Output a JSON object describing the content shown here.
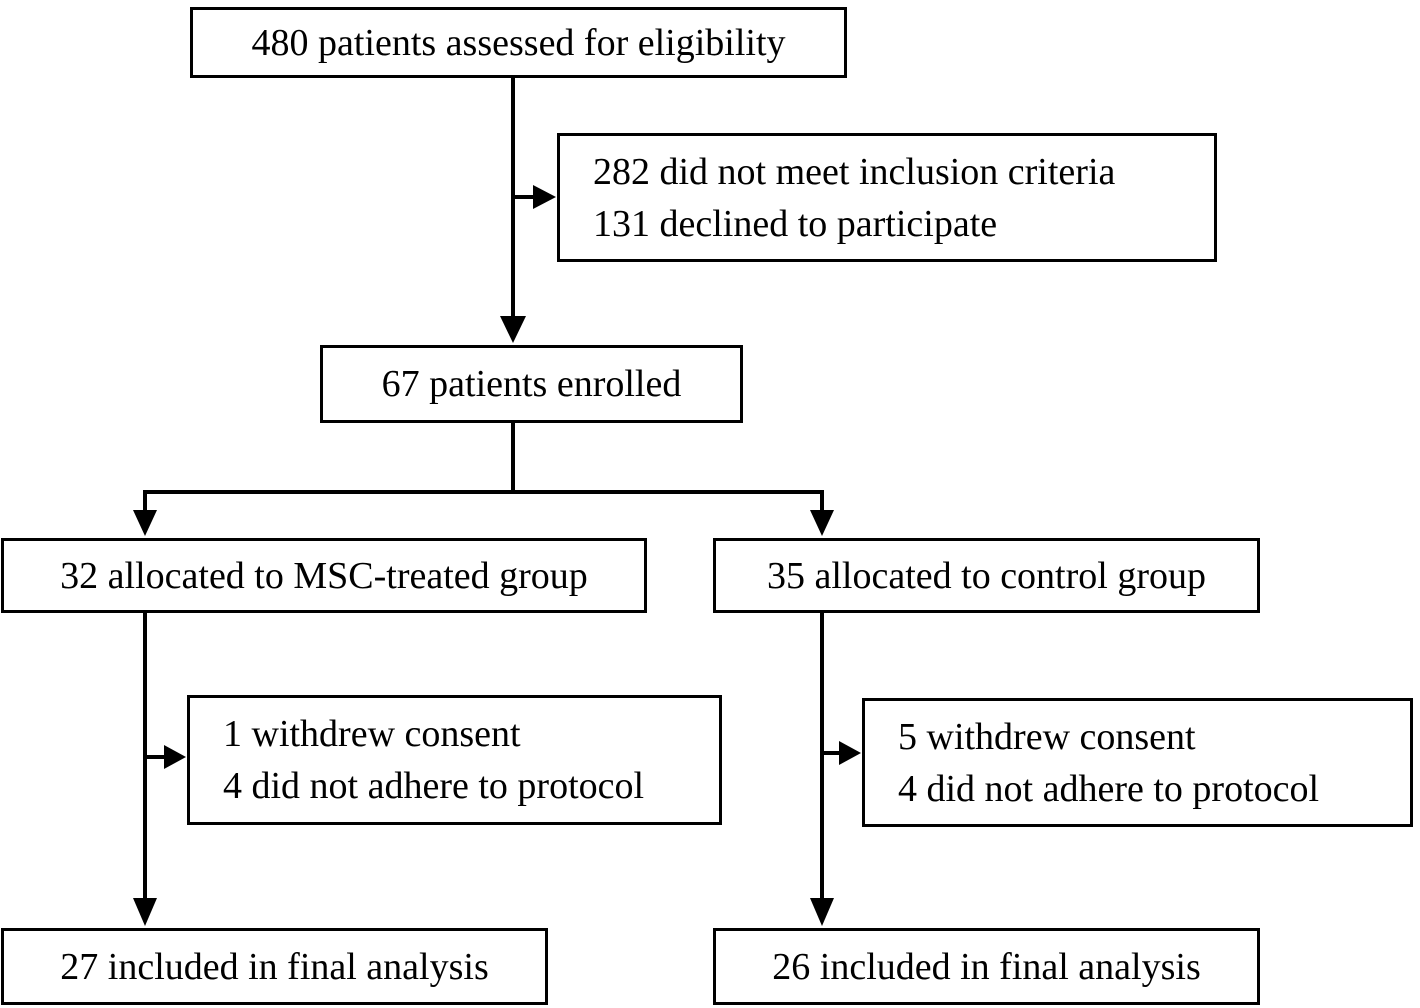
{
  "colors": {
    "background": "#ffffff",
    "box_background": "#ffffff",
    "border": "#000000",
    "line": "#000000",
    "text": "#000000"
  },
  "boxes": {
    "assessed": {
      "lines": [
        "480 patients assessed for eligibility"
      ]
    },
    "excluded": {
      "lines": [
        "282 did not meet inclusion criteria",
        "131 declined to participate"
      ]
    },
    "enrolled": {
      "lines": [
        "67 patients enrolled"
      ]
    },
    "msc_group": {
      "lines": [
        "32 allocated to MSC-treated group"
      ]
    },
    "control_group": {
      "lines": [
        "35 allocated to control group"
      ]
    },
    "msc_withdrawn": {
      "lines": [
        "1 withdrew consent",
        "4 did not adhere to protocol"
      ]
    },
    "control_withdrawn": {
      "lines": [
        "5 withdrew consent",
        "4 did not adhere to protocol"
      ]
    },
    "msc_final": {
      "lines": [
        "27 included in final analysis"
      ]
    },
    "control_final": {
      "lines": [
        "26 included in final analysis"
      ]
    }
  }
}
